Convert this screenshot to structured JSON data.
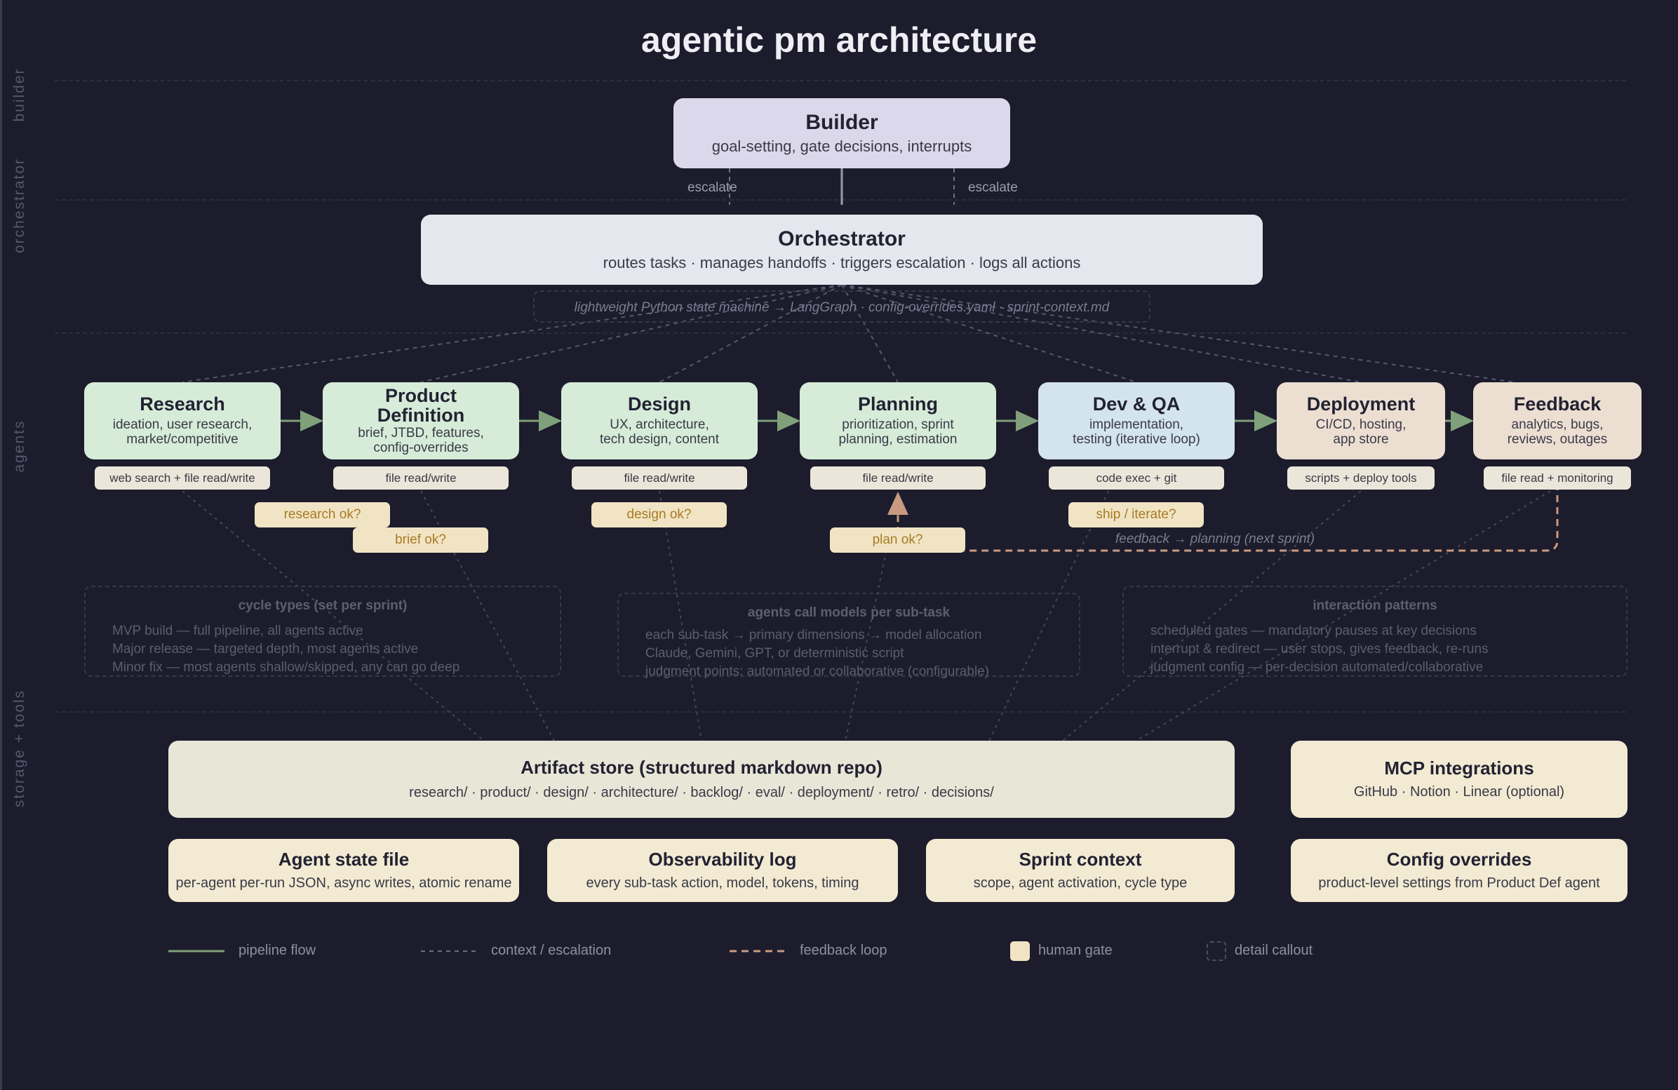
{
  "title": "agentic pm architecture",
  "lanes": [
    "builder",
    "orchestrator",
    "agents",
    "storage + tools"
  ],
  "builder": {
    "title": "Builder",
    "subtitle": "goal-setting, gate decisions, interrupts"
  },
  "escalate_labels": [
    "escalate",
    "escalate"
  ],
  "orchestrator": {
    "title": "Orchestrator",
    "subtitle": "routes tasks · manages handoffs · triggers escalation · logs all actions",
    "note": "lightweight Python state machine → LangGraph · config-overrides.yaml · sprint-context.md"
  },
  "agents": [
    {
      "title": "Research",
      "desc": [
        "ideation, user research,",
        "market/competitive"
      ],
      "tool": "web search + file read/write",
      "color": "#d6ecd8"
    },
    {
      "title": "Product Definition",
      "title_lines": [
        "Product",
        "Definition"
      ],
      "desc": [
        "brief, JTBD, features,",
        "config-overrides"
      ],
      "tool": "file read/write",
      "color": "#d6ecd8"
    },
    {
      "title": "Design",
      "desc": [
        "UX, architecture,",
        "tech design, content"
      ],
      "tool": "file read/write",
      "color": "#d6ecd8"
    },
    {
      "title": "Planning",
      "desc": [
        "prioritization, sprint",
        "planning, estimation"
      ],
      "tool": "file read/write",
      "color": "#d6ecd8"
    },
    {
      "title": "Dev & QA",
      "desc": [
        "implementation,",
        "testing (iterative loop)"
      ],
      "tool": "code exec + git",
      "color": "#d4e4ef"
    },
    {
      "title": "Deployment",
      "desc": [
        "CI/CD, hosting,",
        "app store"
      ],
      "tool": "scripts + deploy tools",
      "color": "#ecdfd2"
    },
    {
      "title": "Feedback",
      "desc": [
        "analytics, bugs,",
        "reviews, outages"
      ],
      "tool": "file read + monitoring",
      "color": "#ecdfd2"
    }
  ],
  "gates": [
    "research ok?",
    "brief ok?",
    "design ok?",
    "plan ok?",
    "ship / iterate?"
  ],
  "feedback_label": "feedback → planning (next sprint)",
  "callouts": [
    {
      "title": "cycle types (set per sprint)",
      "lines": [
        "MVP build — full pipeline, all agents active",
        "Major release — targeted depth, most agents active",
        "Minor fix — most agents shallow/skipped, any can go deep"
      ]
    },
    {
      "title": "agents call models per sub-task",
      "lines": [
        "each sub-task → primary dimensions → model allocation",
        "Claude, Gemini, GPT, or deterministic script",
        "judgment points: automated or collaborative (configurable)"
      ]
    },
    {
      "title": "interaction patterns",
      "lines": [
        "scheduled gates — mandatory pauses at key decisions",
        "interrupt & redirect — user stops, gives feedback, re-runs",
        "judgment config — per-decision automated/collaborative"
      ]
    }
  ],
  "storage": {
    "artifact": {
      "title": "Artifact store (structured markdown repo)",
      "subtitle": "research/ · product/ · design/ · architecture/ · backlog/ · eval/ · deployment/ · retro/ · decisions/"
    },
    "mcp": {
      "title": "MCP integrations",
      "subtitle": "GitHub · Notion · Linear (optional)"
    },
    "agent_state": {
      "title": "Agent state file",
      "subtitle": "per-agent per-run JSON, async writes, atomic rename"
    },
    "observability": {
      "title": "Observability log",
      "subtitle": "every sub-task action, model, tokens, timing"
    },
    "sprint": {
      "title": "Sprint context",
      "subtitle": "scope, agent activation, cycle type"
    },
    "config": {
      "title": "Config overrides",
      "subtitle": "product-level settings from Product Def agent"
    }
  },
  "legend": [
    "pipeline flow",
    "context / escalation",
    "feedback loop",
    "human gate",
    "detail callout"
  ],
  "colors": {
    "background": "#1c1c2c",
    "pipeline": "#7fa07a",
    "context": "#6e7088",
    "feedback": "#c99a80",
    "gate": "#f1e4c4",
    "gate_text": "#a87a24"
  }
}
